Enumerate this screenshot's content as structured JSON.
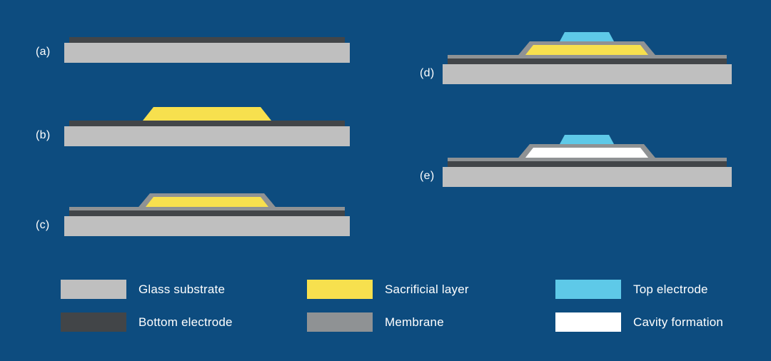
{
  "colors": {
    "background": "#0d4c7f",
    "glass_substrate": "#bfbfbf",
    "bottom_electrode": "#424548",
    "sacrificial_layer": "#f7e04e",
    "membrane": "#8f9294",
    "top_electrode": "#5ec9e8",
    "cavity": "#ffffff",
    "text": "#ffffff"
  },
  "panels": [
    {
      "label": "(a)"
    },
    {
      "label": "(b)"
    },
    {
      "label": "(c)"
    },
    {
      "label": "(d)"
    },
    {
      "label": "(e)"
    }
  ],
  "legend": [
    {
      "label": "Glass substrate"
    },
    {
      "label": "Sacrificial layer"
    },
    {
      "label": "Top electrode"
    },
    {
      "label": "Bottom electrode"
    },
    {
      "label": "Membrane"
    },
    {
      "label": "Cavity formation"
    }
  ]
}
